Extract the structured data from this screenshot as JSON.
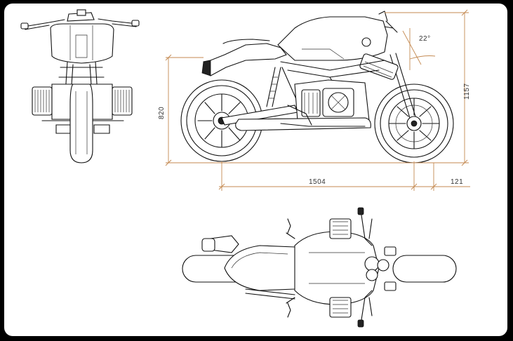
{
  "dimensions": {
    "seat_height": "820",
    "overall_height": "1157",
    "wheelbase": "1504",
    "trail": "121",
    "rake_angle": "22°"
  },
  "colors": {
    "background_frame": "#000000",
    "drawing_background": "#ffffff",
    "dimension_lines": "#c48a52"
  }
}
